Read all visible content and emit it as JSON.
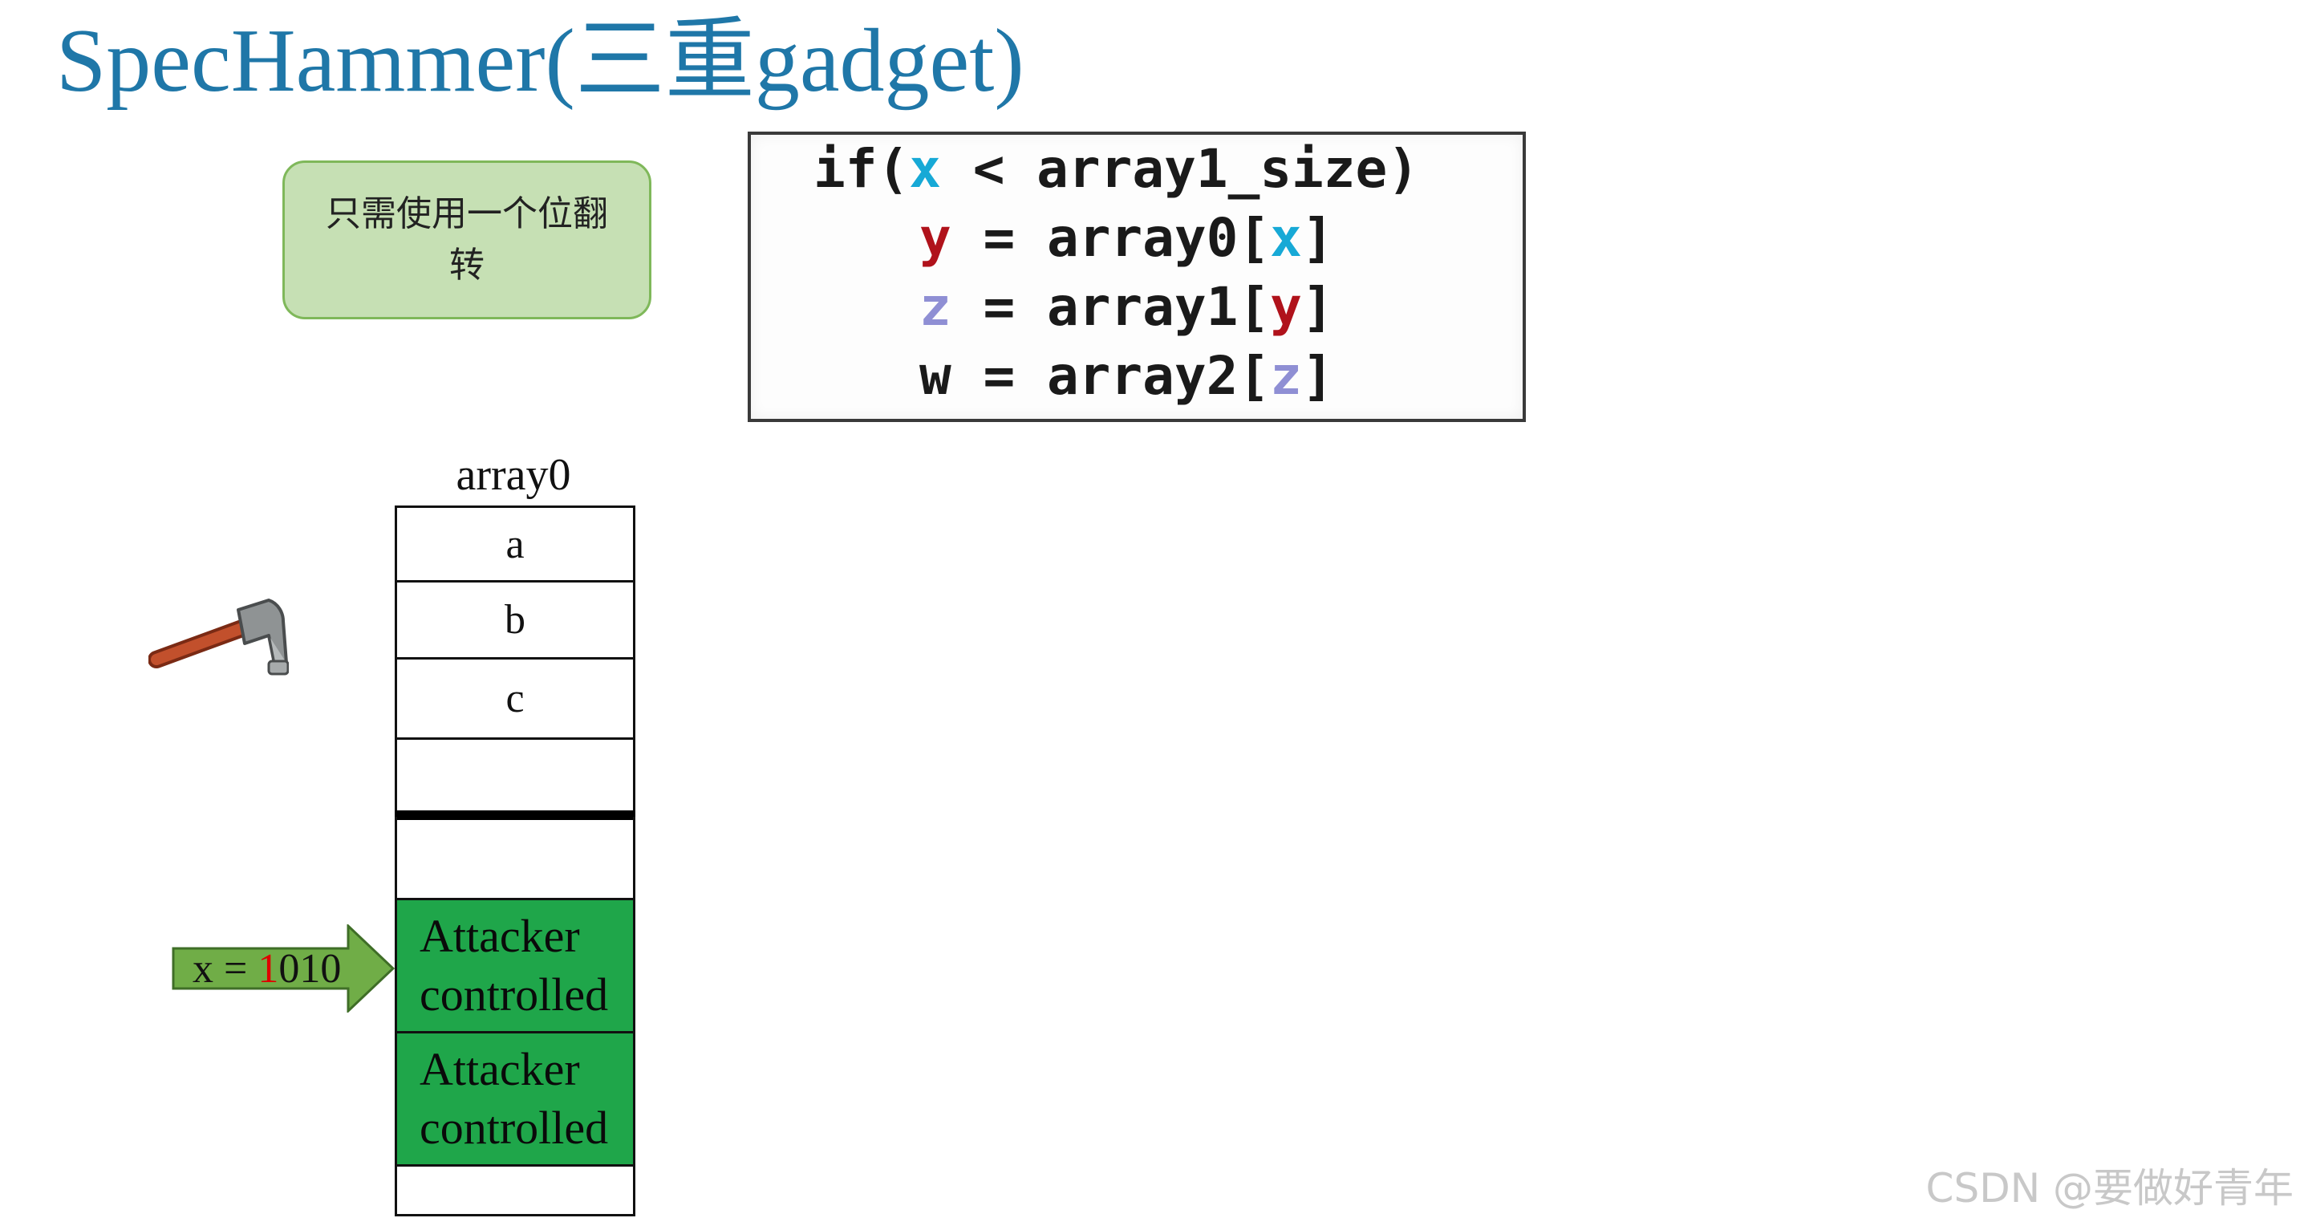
{
  "title": "SpecHammer(三重gadget)",
  "note": "只需使用一个位翻转",
  "code": {
    "line1": [
      "if(",
      "x",
      " < array1_size)"
    ],
    "line2": [
      "y",
      " = array0[",
      "x",
      "]"
    ],
    "line3": [
      "z",
      " = array1[",
      "y",
      "]"
    ],
    "line4": [
      "w = array2[",
      "z",
      "]"
    ]
  },
  "array": {
    "label": "array0",
    "cells": [
      "a",
      "b",
      "c",
      "",
      "",
      "Attacker controlled",
      "Attacker controlled",
      ""
    ]
  },
  "pointer": {
    "prefix": "x = ",
    "flipped_bit": "1",
    "rest": "010"
  },
  "watermark": "CSDN @要做好青年",
  "colors": {
    "title": "#1f77a8",
    "note_bg": "#c6e0b4",
    "attacker_cell": "#1fa64a",
    "arrow": "#70ad47",
    "x_var": "#17a9d6",
    "y_var": "#b0121b",
    "z_var": "#8f8fd4"
  },
  "icons": [
    "hammer-icon",
    "arrow-right-icon"
  ]
}
